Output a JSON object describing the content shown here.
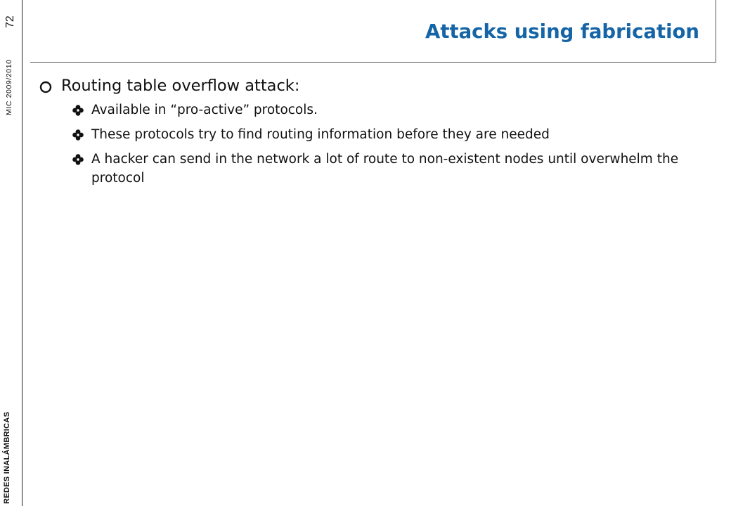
{
  "sidebar": {
    "footer": "REDES INALÁMBRICAS",
    "course": "MIC 2009/2010",
    "page_number": "72"
  },
  "slide": {
    "title": "Attacks using fabrication",
    "title_color": "#1565a6",
    "bullet": {
      "icon": "hollow-circle-bullet",
      "text": "Routing table overflow attack:"
    },
    "sub_bullets": [
      {
        "icon": "flower-bullet",
        "text": "Available in “pro-active” protocols."
      },
      {
        "icon": "flower-bullet",
        "text": "These protocols try to find routing information before they are needed"
      },
      {
        "icon": "flower-bullet",
        "text": "A hacker can send in the network a lot of route to non-existent nodes until overwhelm the protocol"
      }
    ]
  }
}
